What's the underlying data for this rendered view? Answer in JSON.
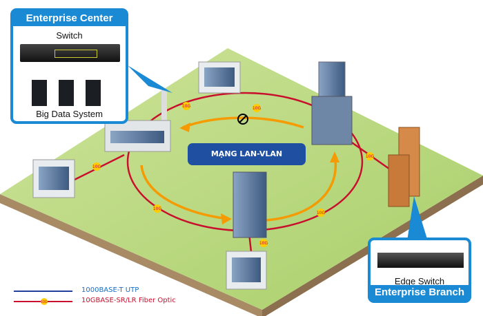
{
  "enterprise_center": {
    "title": "Enterprise Center",
    "switch_label": "Switch",
    "servers_label": "Big Data System"
  },
  "enterprise_branch": {
    "title": "Enterprise Branch",
    "switch_label": "Edge Switch"
  },
  "network_label": "MẠNG LAN-VLAN",
  "link_badges": [
    "10G",
    "10G",
    "10G",
    "10G",
    "10G",
    "10G",
    "10G"
  ],
  "legend": [
    {
      "label": "1000BASE-T UTP",
      "color": "#1f3f9a"
    },
    {
      "label": "10GBASE-SR/LR Fiber Optic",
      "color": "#c8102e",
      "badge": "10G"
    }
  ],
  "colors": {
    "accent": "#1a8ad4",
    "fiber": "#c8102e",
    "ring": "#f59a00",
    "land": "#b5d77a"
  }
}
